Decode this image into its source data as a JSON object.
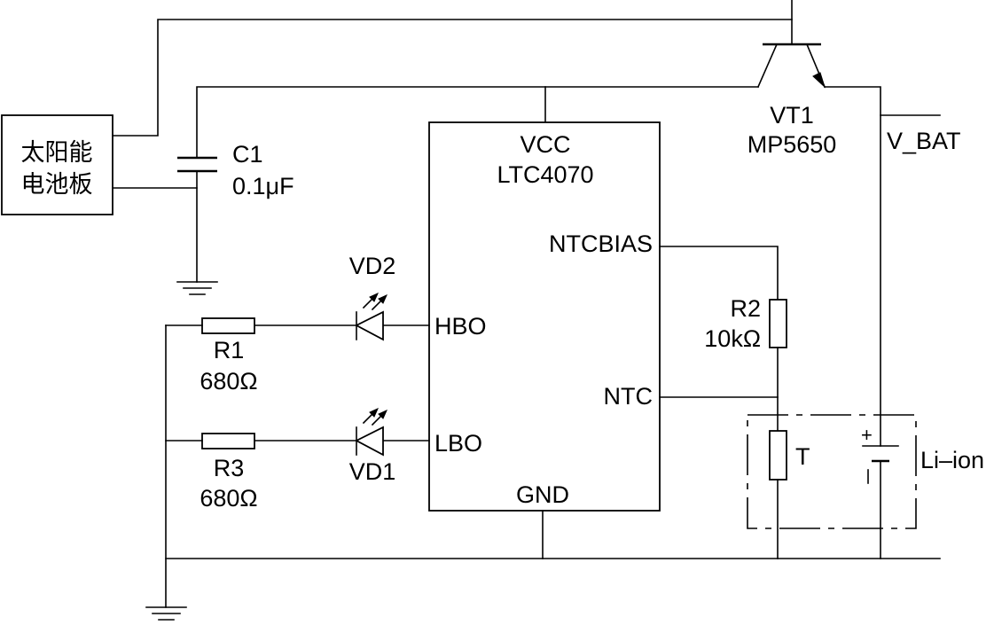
{
  "solar_panel": {
    "line1": "太阳能",
    "line2": "电池板"
  },
  "c1": {
    "name": "C1",
    "value": "0.1μF"
  },
  "ic": {
    "vcc": "VCC",
    "part": "LTC4070",
    "ntcbias": "NTCBIAS",
    "hbo": "HBO",
    "lbo": "LBO",
    "ntc": "NTC",
    "gnd": "GND"
  },
  "vd2": {
    "name": "VD2"
  },
  "vd1": {
    "name": "VD1"
  },
  "r1": {
    "name": "R1",
    "value": "680Ω"
  },
  "r3": {
    "name": "R3",
    "value": "680Ω"
  },
  "r2": {
    "name": "R2",
    "value": "10kΩ"
  },
  "thermistor": {
    "name": "T"
  },
  "battery": {
    "name": "Li–ion",
    "plus_sign": "+"
  },
  "vt1": {
    "name": "VT1",
    "part": "MP5650"
  },
  "v_bat": {
    "label": "V_BAT"
  }
}
